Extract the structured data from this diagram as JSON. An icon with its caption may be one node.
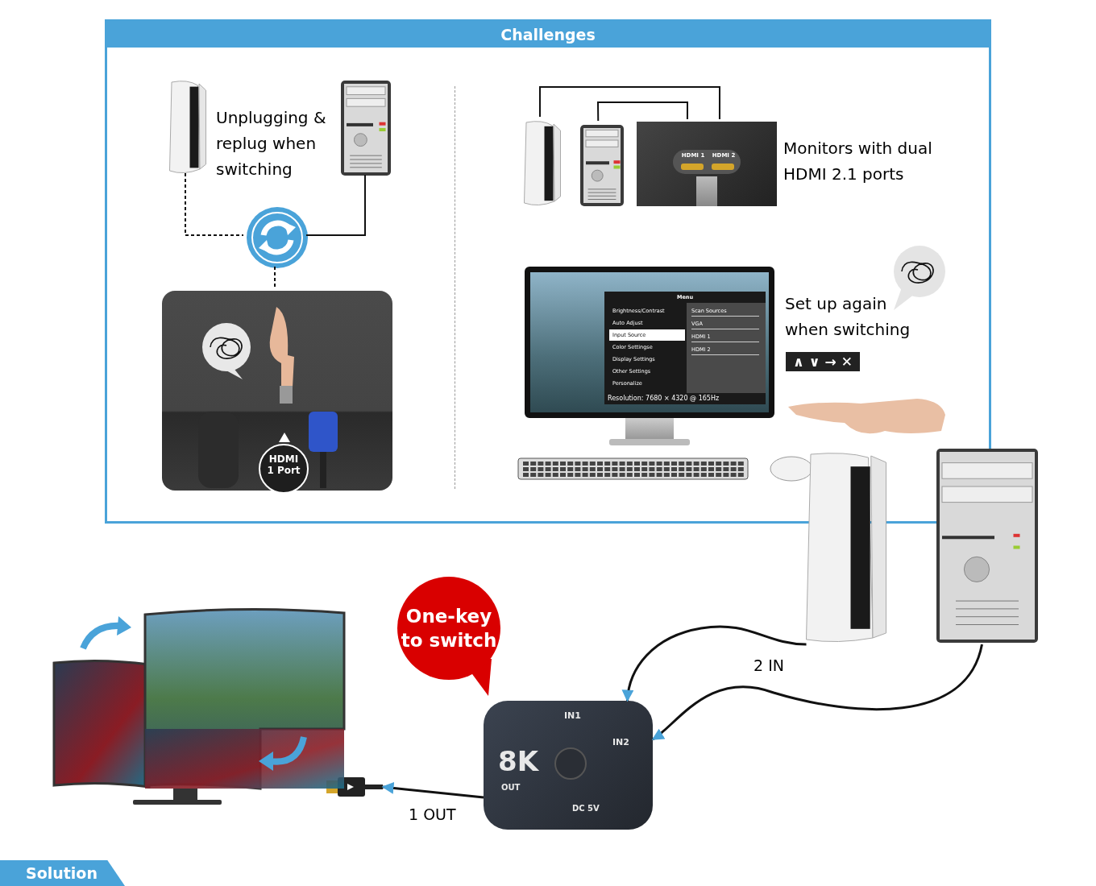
{
  "diagram": {
    "nodes": [
      {
        "text": [
          "Challenges"
        ]
      },
      {
        "text": [],
        "shape": "picture",
        "in": 0
      },
      {
        "text": [],
        "shape": "picture",
        "in": 0
      },
      {
        "text": [],
        "shape": "circle",
        "in": 0
      },
      {
        "text": [
          "HDMI 1 Port"
        ],
        "in": 0
      },
      {
        "text": [],
        "shape": "picture",
        "in": 0
      },
      {
        "text": [],
        "shape": "picture",
        "in": 0
      },
      {
        "text": [
          "HDMI 1",
          "HDMI 2"
        ],
        "beside": [
          "Monitors with dual HDMI 2.1 ports"
        ],
        "in": 0
      },
      {
        "text": [
          "Menu",
          "Brightness/Contrast",
          "Auto Adjust",
          "Input Source",
          "Color Settingse",
          "Display Settings",
          "Other Settings",
          "Personalize",
          "Scan Sources",
          "VGA",
          "HDMI 1",
          "HDMI 2",
          "Resolution: 7680 × 4320 @ 165Hz"
        ],
        "beside": [
          "Set up again when switching"
        ],
        "in": 0
      },
      {
        "text": [],
        "shape": "picture"
      },
      {
        "text": [],
        "shape": "picture"
      },
      {
        "text": [
          "IN1",
          "IN2",
          "8K",
          "OUT",
          "DC 5V"
        ]
      },
      {
        "text": [],
        "shape": "picture"
      },
      {
        "text": [],
        "shape": "picture"
      }
    ],
    "edges": [
      {
        "from": 1,
        "to": 3,
        "arrow": "none",
        "style": "dashed"
      },
      {
        "from": 2,
        "to": 3,
        "arrow": "none"
      },
      {
        "from": 3,
        "to": 4,
        "arrow": "none",
        "style": "dashed"
      },
      {
        "from": 5,
        "to": 7,
        "arrow": "none"
      },
      {
        "from": 6,
        "to": 7,
        "arrow": "none"
      },
      {
        "from": 9,
        "to": 11,
        "arrow": "to"
      },
      {
        "from": 10,
        "to": 11,
        "arrow": "to"
      },
      {
        "from": 11,
        "to": 12,
        "arrow": "to",
        "label": "1 OUT"
      }
    ],
    "labels": [
      "Unplugging & replug when switching",
      "∧ ∨ → ✕",
      "One-key to switch",
      "2 IN",
      "Solution"
    ]
  }
}
